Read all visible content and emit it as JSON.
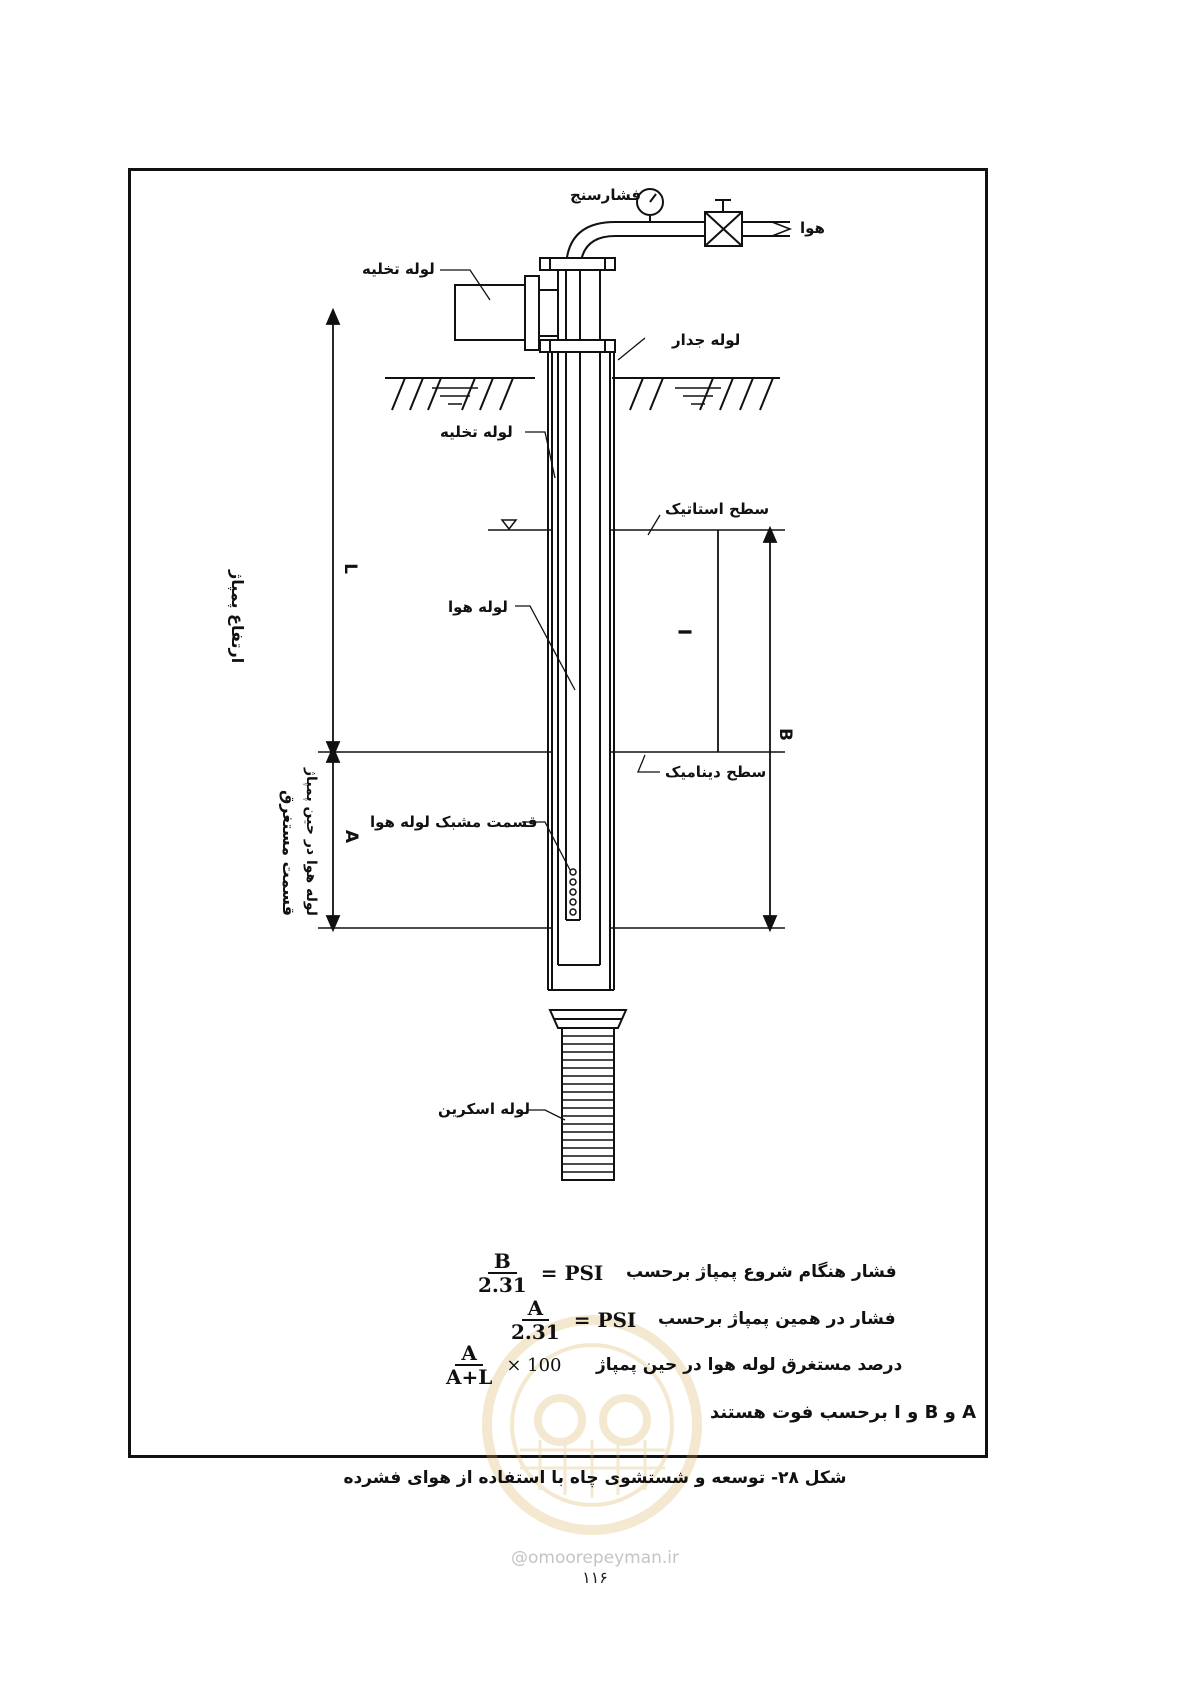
{
  "labels": {
    "pressure_gauge": "فشارسنج",
    "air": "هوا",
    "discharge_pipe_top": "لوله تخلیه",
    "casing_pipe": "لوله جدار",
    "discharge_pipe_mid": "لوله تخلیه",
    "static_level": "سطح استاتیک",
    "pumping_height": "ارتفاع پمپاژ",
    "L": "L",
    "air_pipe": "لوله هوا",
    "I": "I",
    "B": "B",
    "dynamic_level": "سطح دینامیک",
    "perforated_section": "قسمت مشبک لوله هوا",
    "A": "A",
    "submerged_line1": "قسمت مستغرق",
    "submerged_line2": "لوله هوا در حین پمپاژ",
    "screen_pipe": "لوله اسکرین"
  },
  "formulas": [
    {
      "text": "فشار هنگام شروع پمپاژ برحسب",
      "numerator": "B",
      "denominator": "2.31",
      "result": "= PSI"
    },
    {
      "text": "فشار در همین پمپاژ برحسب",
      "numerator": "A",
      "denominator": "2.31",
      "result": "= PSI"
    },
    {
      "text": "درصد مستغرق لوله هوا در حین پمپاژ",
      "numerator": "A",
      "denominator": "A+L",
      "result": "× 100"
    }
  ],
  "units_note": "A و B و I برحسب فوت هستند",
  "caption": "شکل ۲۸- توسعه و شستشوی چاه با استفاده از هوای فشرده",
  "watermark": "@omoorepeyman.ir",
  "page_number": "۱۱۶"
}
